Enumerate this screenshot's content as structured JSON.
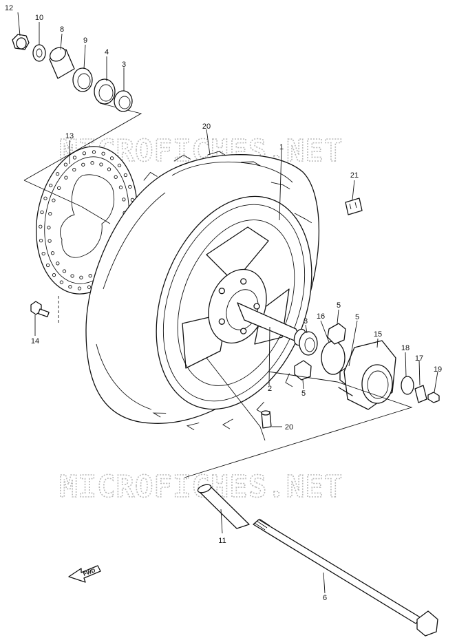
{
  "watermark": "MICROFICHES.NET",
  "fwd_label": "FWD",
  "callouts": [
    "1",
    "2",
    "3",
    "3",
    "4",
    "5",
    "5",
    "5",
    "5",
    "6",
    "7",
    "8",
    "9",
    "10",
    "11",
    "12",
    "13",
    "14",
    "15",
    "16",
    "17",
    "18",
    "19",
    "20",
    "21"
  ]
}
